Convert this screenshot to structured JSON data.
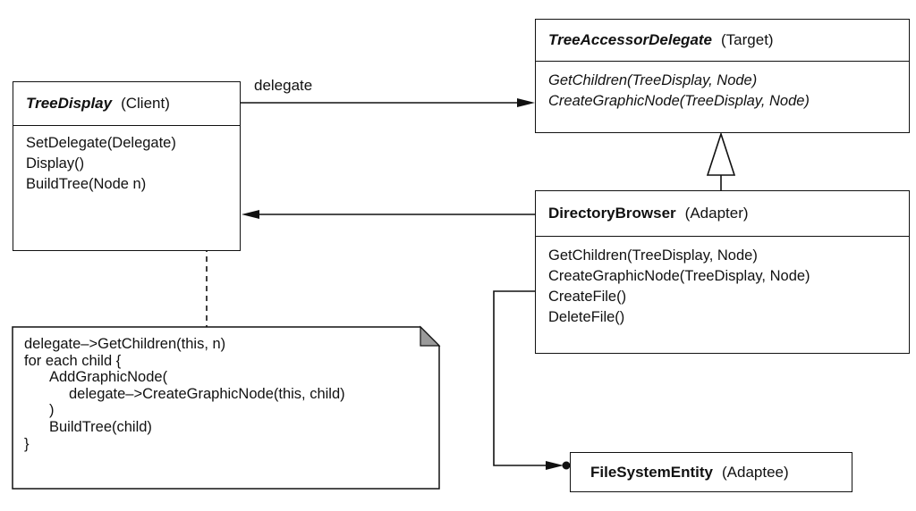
{
  "client": {
    "name": "TreeDisplay",
    "role": "(Client)",
    "operations": [
      "SetDelegate(Delegate)",
      "Display()",
      "BuildTree(Node n)"
    ]
  },
  "target": {
    "name": "TreeAccessorDelegate",
    "role": "(Target)",
    "operations": [
      "GetChildren(TreeDisplay, Node)",
      "CreateGraphicNode(TreeDisplay, Node)"
    ]
  },
  "adapter": {
    "name": "DirectoryBrowser",
    "role": "(Adapter)",
    "operations": [
      "GetChildren(TreeDisplay, Node)",
      "CreateGraphicNode(TreeDisplay, Node)",
      "CreateFile()",
      "DeleteFile()"
    ]
  },
  "adaptee": {
    "name": "FileSystemEntity",
    "role": "(Adaptee)"
  },
  "association_label": "delegate",
  "note": {
    "lines": [
      "delegate–>GetChildren(this, n)",
      "for each child {",
      "AddGraphicNode(",
      "delegate–>CreateGraphicNode(this, child)",
      ")",
      "BuildTree(child)",
      "}"
    ]
  }
}
